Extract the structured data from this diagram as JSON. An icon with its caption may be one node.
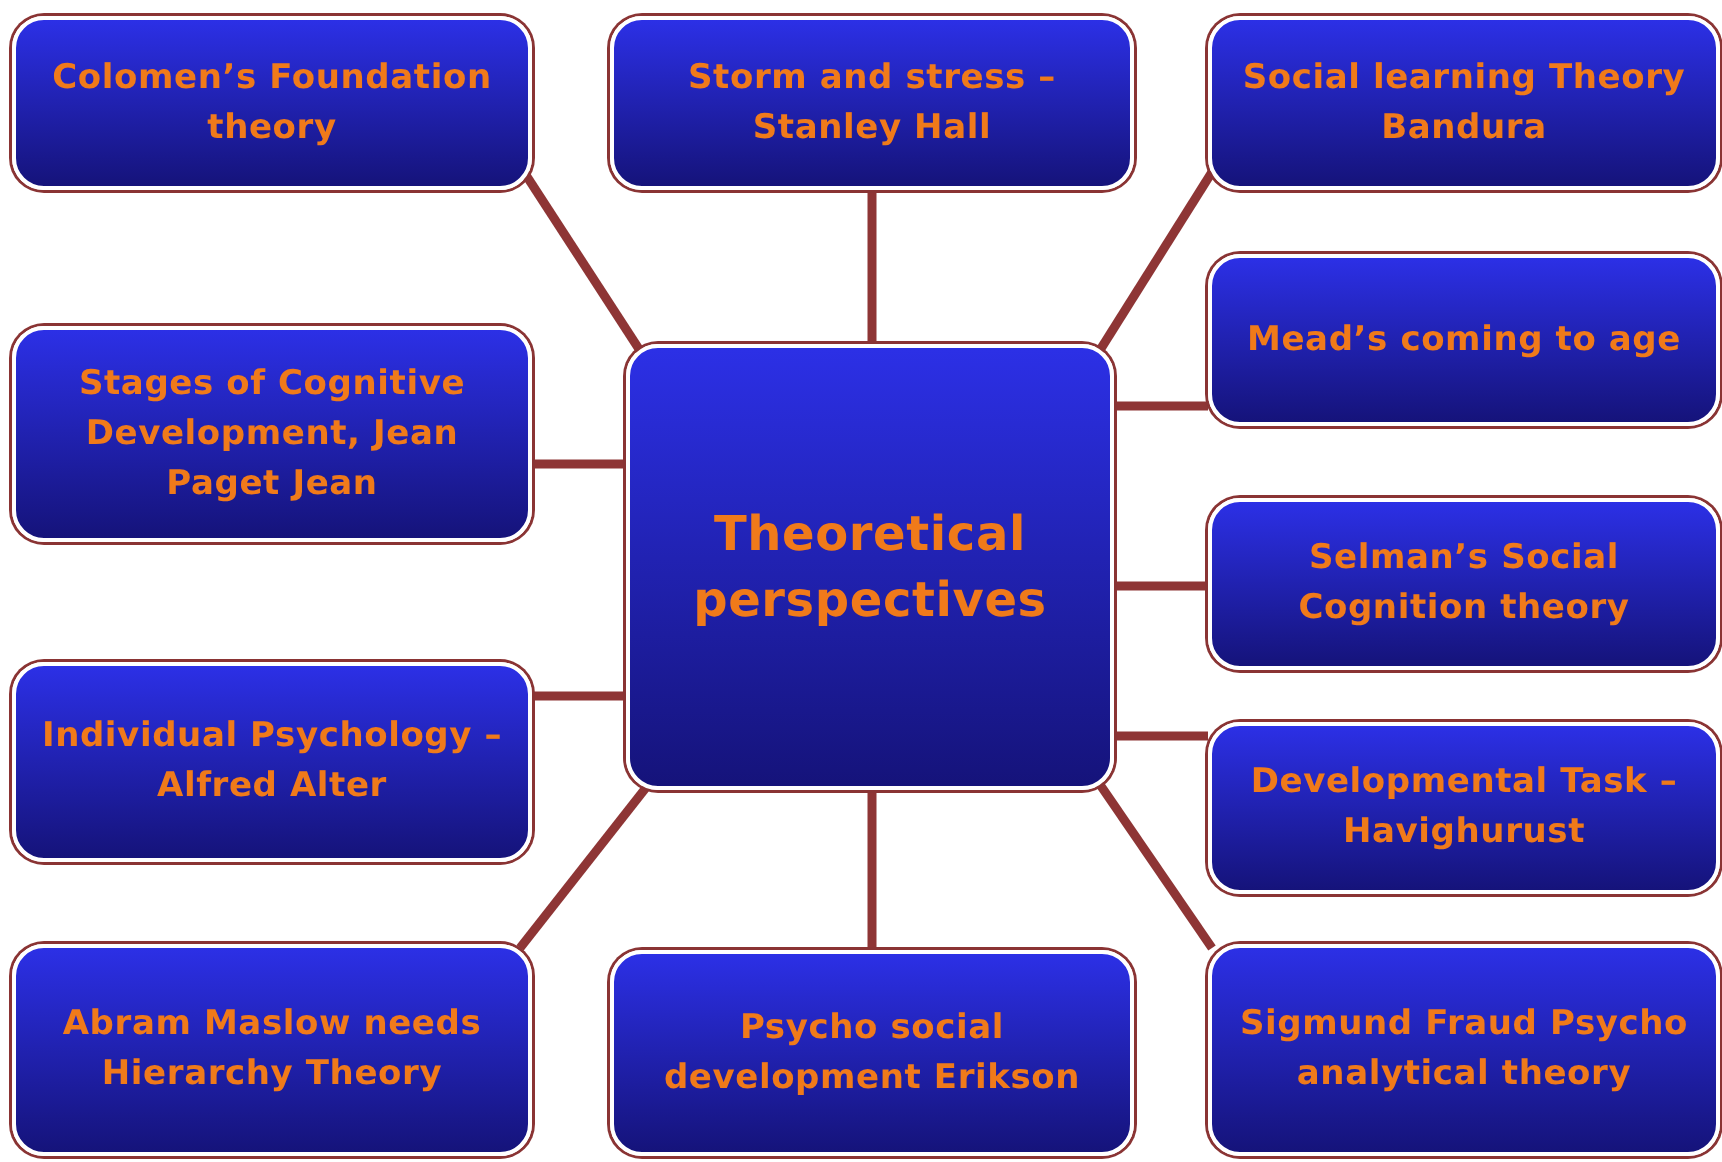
{
  "diagram": {
    "nodes": [
      {
        "text": [
          "Theoretical perspectives"
        ]
      },
      {
        "text": [
          "Colomen’s Foundation theory"
        ]
      },
      {
        "text": [
          "Storm and stress – Stanley Hall"
        ]
      },
      {
        "text": [
          "Social learning Theory Bandura"
        ]
      },
      {
        "text": [
          "Stages of Cognitive Development, Jean Paget Jean"
        ]
      },
      {
        "text": [
          "Mead’s coming to age"
        ]
      },
      {
        "text": [
          "Selman’s Social Cognition theory"
        ]
      },
      {
        "text": [
          "Individual Psychology – Alfred Alter"
        ]
      },
      {
        "text": [
          "Developmental Task –Havighurust"
        ]
      },
      {
        "text": [
          "Abram Maslow needs Hierarchy Theory"
        ]
      },
      {
        "text": [
          "Psycho social development Erikson"
        ]
      },
      {
        "text": [
          "Sigmund Fraud Psycho analytical theory"
        ]
      }
    ],
    "edges": [
      {
        "from": 0,
        "to": 1,
        "arrow": "none"
      },
      {
        "from": 0,
        "to": 2,
        "arrow": "none"
      },
      {
        "from": 0,
        "to": 3,
        "arrow": "none"
      },
      {
        "from": 0,
        "to": 4,
        "arrow": "none"
      },
      {
        "from": 0,
        "to": 5,
        "arrow": "none"
      },
      {
        "from": 0,
        "to": 6,
        "arrow": "none"
      },
      {
        "from": 0,
        "to": 7,
        "arrow": "none"
      },
      {
        "from": 0,
        "to": 8,
        "arrow": "none"
      },
      {
        "from": 0,
        "to": 9,
        "arrow": "none"
      },
      {
        "from": 0,
        "to": 10,
        "arrow": "none"
      },
      {
        "from": 0,
        "to": 11,
        "arrow": "none"
      }
    ]
  }
}
